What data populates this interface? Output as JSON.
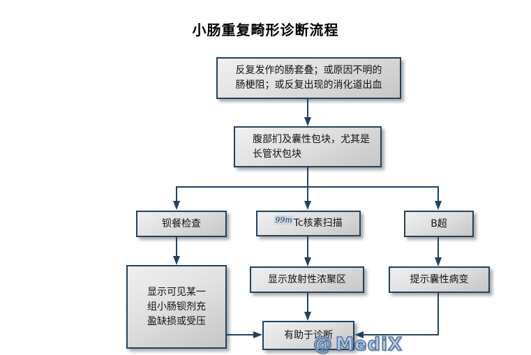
{
  "title": "小肠重复畸形诊断流程",
  "nodes": {
    "symptoms": "反复发作的肠套叠；或原因不明的\n肠梗阻；或反复出现的消化道出血",
    "palpable_mass": "腹部扪及囊性包块，尤其是\n长管状包块",
    "barium_exam": "钡餐检查",
    "tc_scan_sup": "99m",
    "tc_scan_main": "Tc核素扫描",
    "b_ultrasound": "B超",
    "barium_finding": "显示可见某一\n组小肠钡剂充\n盈缺损或受压",
    "tc_finding": "显示放射性浓聚区",
    "ultrasound_finding": "提示囊性病变",
    "conclusion": "有助于诊断"
  },
  "watermark": {
    "symbol": "@",
    "name": "MediX"
  },
  "colors": {
    "box_border": "#20415f",
    "connector": "#20415f",
    "box_fill_light": "#f0f0f0",
    "box_fill_dark": "#c6c6c6",
    "highlight_99m_bg": "#ccd5e1",
    "watermark_blue": "#b8cbe4",
    "watermark_outline": "#4f739f"
  }
}
